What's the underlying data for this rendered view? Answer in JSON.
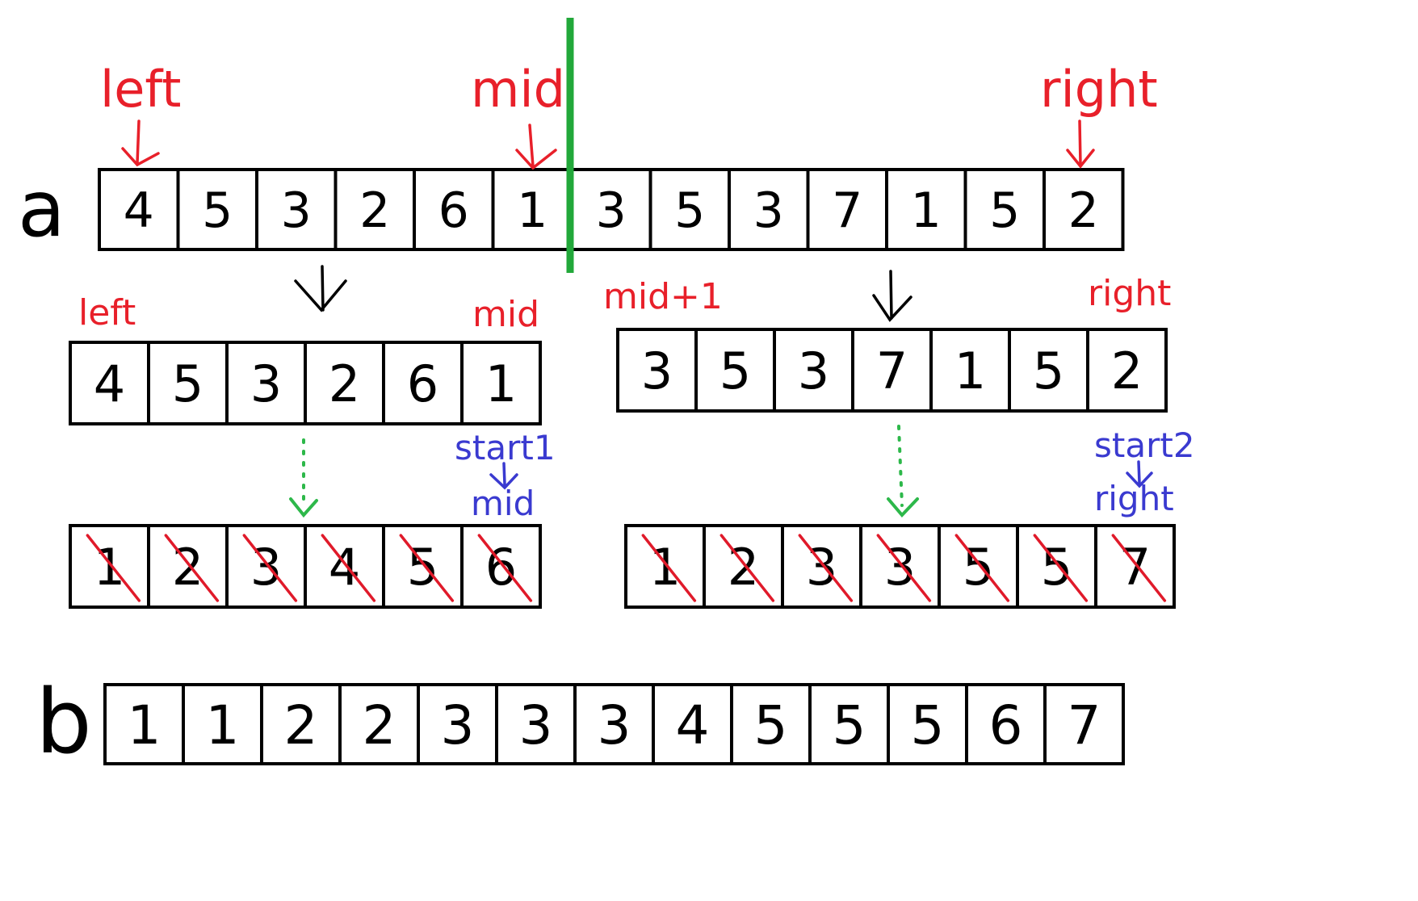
{
  "colors": {
    "label_red": "#e8202a",
    "label_blue": "#3a3ad0",
    "divider_green": "#22a83a",
    "dotted_green": "#2db84a",
    "strike_red": "#e01a2a",
    "ink": "#000000"
  },
  "array_a": {
    "name": "a",
    "values": [
      "4",
      "5",
      "3",
      "2",
      "6",
      "1",
      "3",
      "5",
      "3",
      "7",
      "1",
      "5",
      "2"
    ],
    "labels": {
      "left": "left",
      "mid": "mid",
      "right": "right"
    }
  },
  "left_half": {
    "labels": {
      "left": "left",
      "mid": "mid"
    },
    "values": [
      "4",
      "5",
      "3",
      "2",
      "6",
      "1"
    ],
    "pointer": {
      "top": "start1",
      "bottom": "mid"
    },
    "merged": [
      "1",
      "2",
      "3",
      "4",
      "5",
      "6"
    ]
  },
  "right_half": {
    "labels": {
      "start": "mid+1",
      "end": "right"
    },
    "values": [
      "3",
      "5",
      "3",
      "7",
      "1",
      "5",
      "2"
    ],
    "pointer": {
      "top": "start2",
      "bottom": "right"
    },
    "merged": [
      "1",
      "2",
      "3",
      "3",
      "5",
      "5",
      "7"
    ]
  },
  "array_b": {
    "name": "b",
    "values": [
      "1",
      "1",
      "2",
      "2",
      "3",
      "3",
      "3",
      "4",
      "5",
      "5",
      "5",
      "6",
      "7"
    ]
  }
}
